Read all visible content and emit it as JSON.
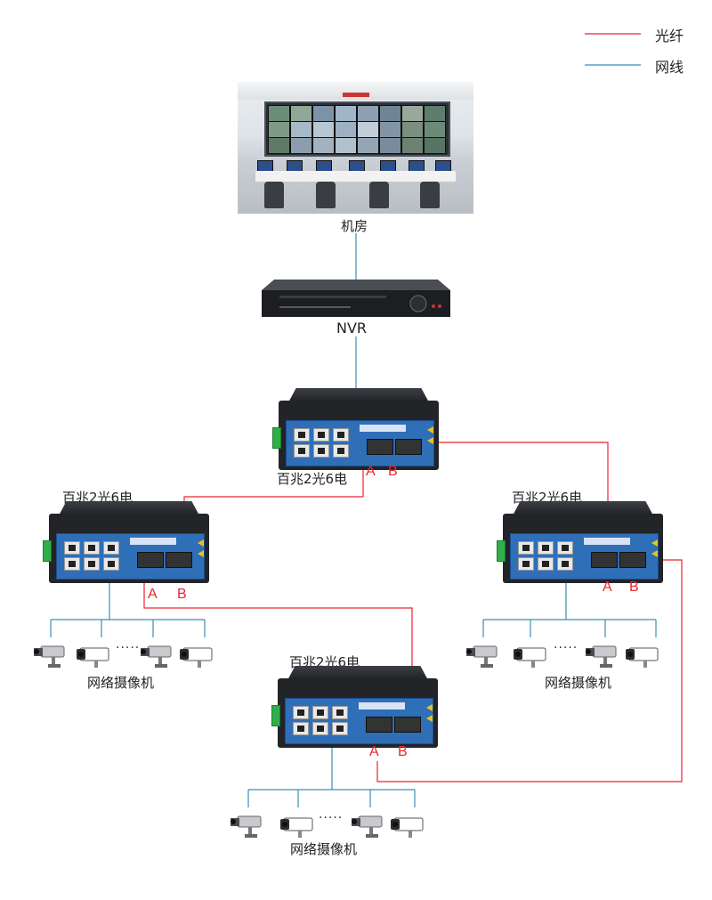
{
  "legend": {
    "fiber_label": "光纤",
    "network_label": "网线",
    "fiber_color": "#e8262e",
    "network_color": "#3b8fb8"
  },
  "control_room": {
    "label": "机房"
  },
  "nvr": {
    "label": "NVR"
  },
  "switch_top": {
    "label": "百兆2光6电",
    "port_a": "A",
    "port_b": "B"
  },
  "switch_left": {
    "label": "百兆2光6电",
    "port_a": "A",
    "port_b": "B"
  },
  "switch_right": {
    "label": "百兆2光6电",
    "port_a": "A",
    "port_b": "B"
  },
  "switch_bottom": {
    "label": "百兆2光6电",
    "port_a": "A",
    "port_b": "B"
  },
  "cameras_left": {
    "label": "网络摄像机",
    "ellipsis": "·····"
  },
  "cameras_right": {
    "label": "网络摄像机",
    "ellipsis": "·····"
  },
  "cameras_bottom": {
    "label": "网络摄像机",
    "ellipsis": "·····"
  }
}
